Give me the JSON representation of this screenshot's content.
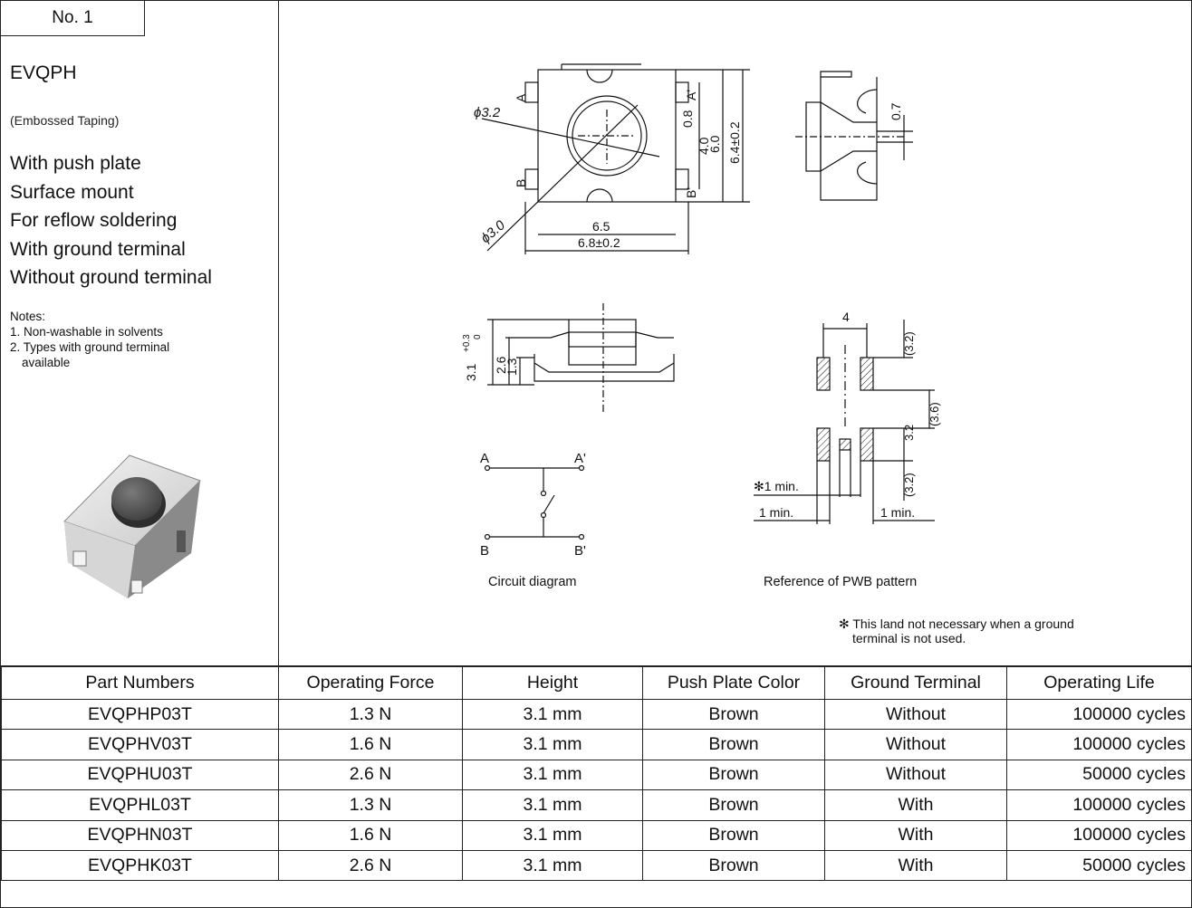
{
  "header": {
    "number_label": "No. 1",
    "series": "EVQPH",
    "packaging": "(Embossed Taping)"
  },
  "features": [
    "With push plate",
    "Surface mount",
    "For reflow soldering",
    "With ground terminal",
    "Without ground terminal"
  ],
  "notes": {
    "title": "Notes:",
    "items": [
      {
        "num": "1.",
        "text": "Non-washable in solvents"
      },
      {
        "num": "2.",
        "text_line1": "Types with ground terminal",
        "text_line2": "available"
      }
    ]
  },
  "drawing": {
    "dims_top": {
      "d32": "ϕ3.2",
      "d30": "ϕ3.0",
      "w65": "6.5",
      "w68": "6.8±0.2",
      "h08": "0.8",
      "h40": "4.0",
      "h60": "6.0",
      "h64": "6.4±0.2",
      "side07": "0.7",
      "A": "A",
      "Ap": "A'",
      "B": "B",
      "Bp": "B'"
    },
    "dims_side": {
      "h31": "3.1",
      "tol_up": "+0.3",
      "tol_dn": "0",
      "h26": "2.6",
      "h13": "1.3"
    },
    "dims_pwb": {
      "w4": "4",
      "p32a": "(3.2)",
      "p36": "(3.6)",
      "p32b": "3.2",
      "p32c": "(3.2)",
      "min1star": "✻1 min.",
      "min1a": "1 min.",
      "min1b": "1 min."
    },
    "circuit": {
      "A": "A",
      "Ap": "A'",
      "B": "B",
      "Bp": "B'"
    },
    "captions": {
      "circuit": "Circuit diagram",
      "pwb": "Reference of PWB pattern"
    },
    "footnote": {
      "line1": "✻ This land not necessary when a ground",
      "line2": "terminal is not used."
    }
  },
  "table": {
    "headers": [
      "Part Numbers",
      "Operating Force",
      "Height",
      "Push Plate Color",
      "Ground Terminal",
      "Operating Life"
    ],
    "rows": [
      [
        "EVQPHP03T",
        "1.3 N",
        "3.1 mm",
        "Brown",
        "Without",
        "100000 cycles"
      ],
      [
        "EVQPHV03T",
        "1.6 N",
        "3.1 mm",
        "Brown",
        "Without",
        "100000 cycles"
      ],
      [
        "EVQPHU03T",
        "2.6 N",
        "3.1 mm",
        "Brown",
        "Without",
        "50000 cycles"
      ],
      [
        "EVQPHL03T",
        "1.3 N",
        "3.1 mm",
        "Brown",
        "With",
        "100000 cycles"
      ],
      [
        "EVQPHN03T",
        "1.6 N",
        "3.1 mm",
        "Brown",
        "With",
        "100000 cycles"
      ],
      [
        "EVQPHK03T",
        "2.6 N",
        "3.1 mm",
        "Brown",
        "With",
        "50000 cycles"
      ]
    ]
  }
}
